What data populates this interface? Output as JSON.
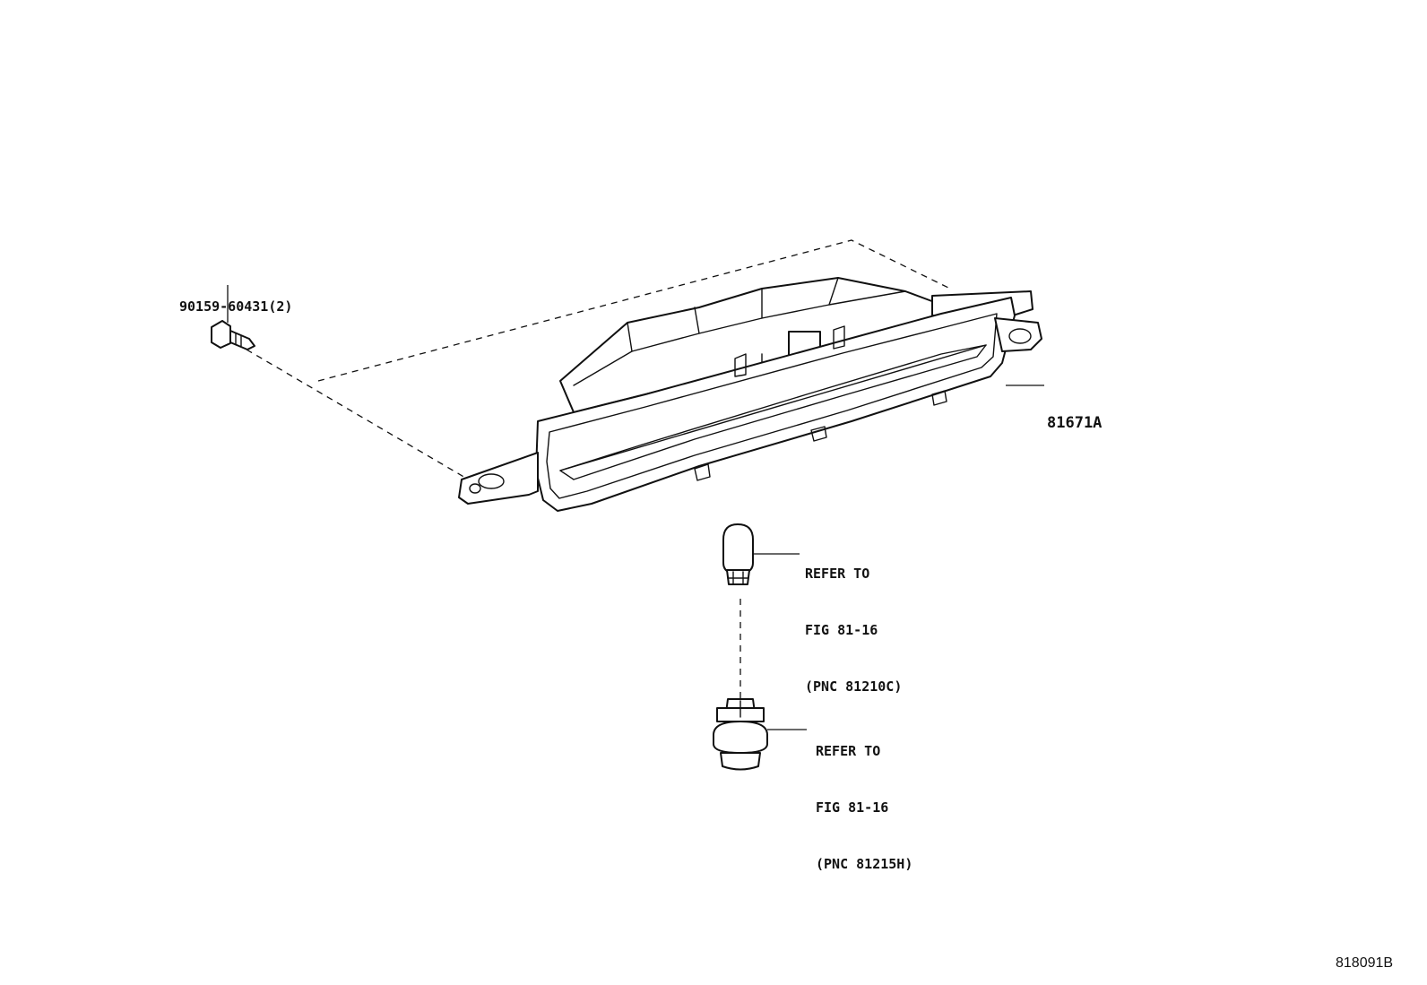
{
  "labels": {
    "screw": "90159-60431(2)",
    "lamp_assembly": "81671A",
    "bulb": [
      "REFER TO",
      "FIG 81-16",
      "(PNC 81210C)"
    ],
    "socket": [
      "REFER TO",
      "FIG 81-16",
      "(PNC 81215H)"
    ],
    "sheet_id": "818091B"
  },
  "colors": {
    "line": "#111111",
    "background": "#ffffff"
  }
}
